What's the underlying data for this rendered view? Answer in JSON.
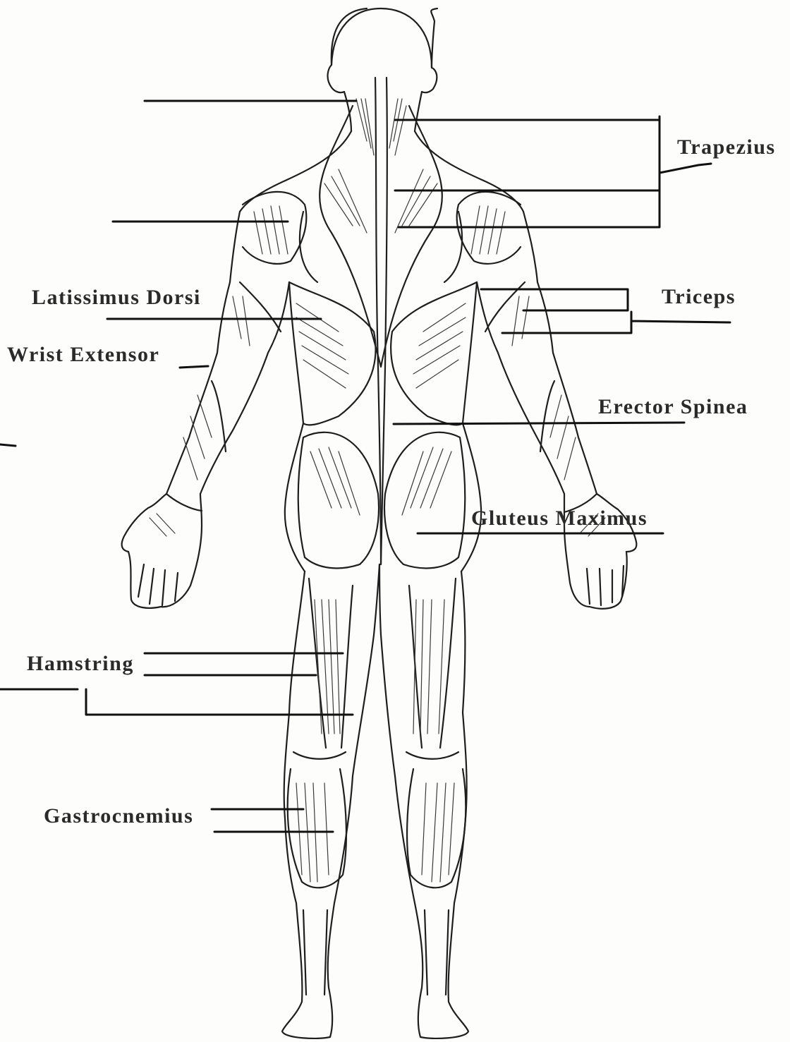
{
  "labels": {
    "trapezius": "Trapezius",
    "triceps": "Triceps",
    "latissimus_dorsi": "Latissimus Dorsi",
    "wrist_extensor": "Wrist Extensor",
    "erector_spinea": "Erector Spinea",
    "gluteus_maximus": "Gluteus Maximus",
    "hamstring": "Hamstring",
    "gastrocnemius": "Gastrocnemius"
  }
}
